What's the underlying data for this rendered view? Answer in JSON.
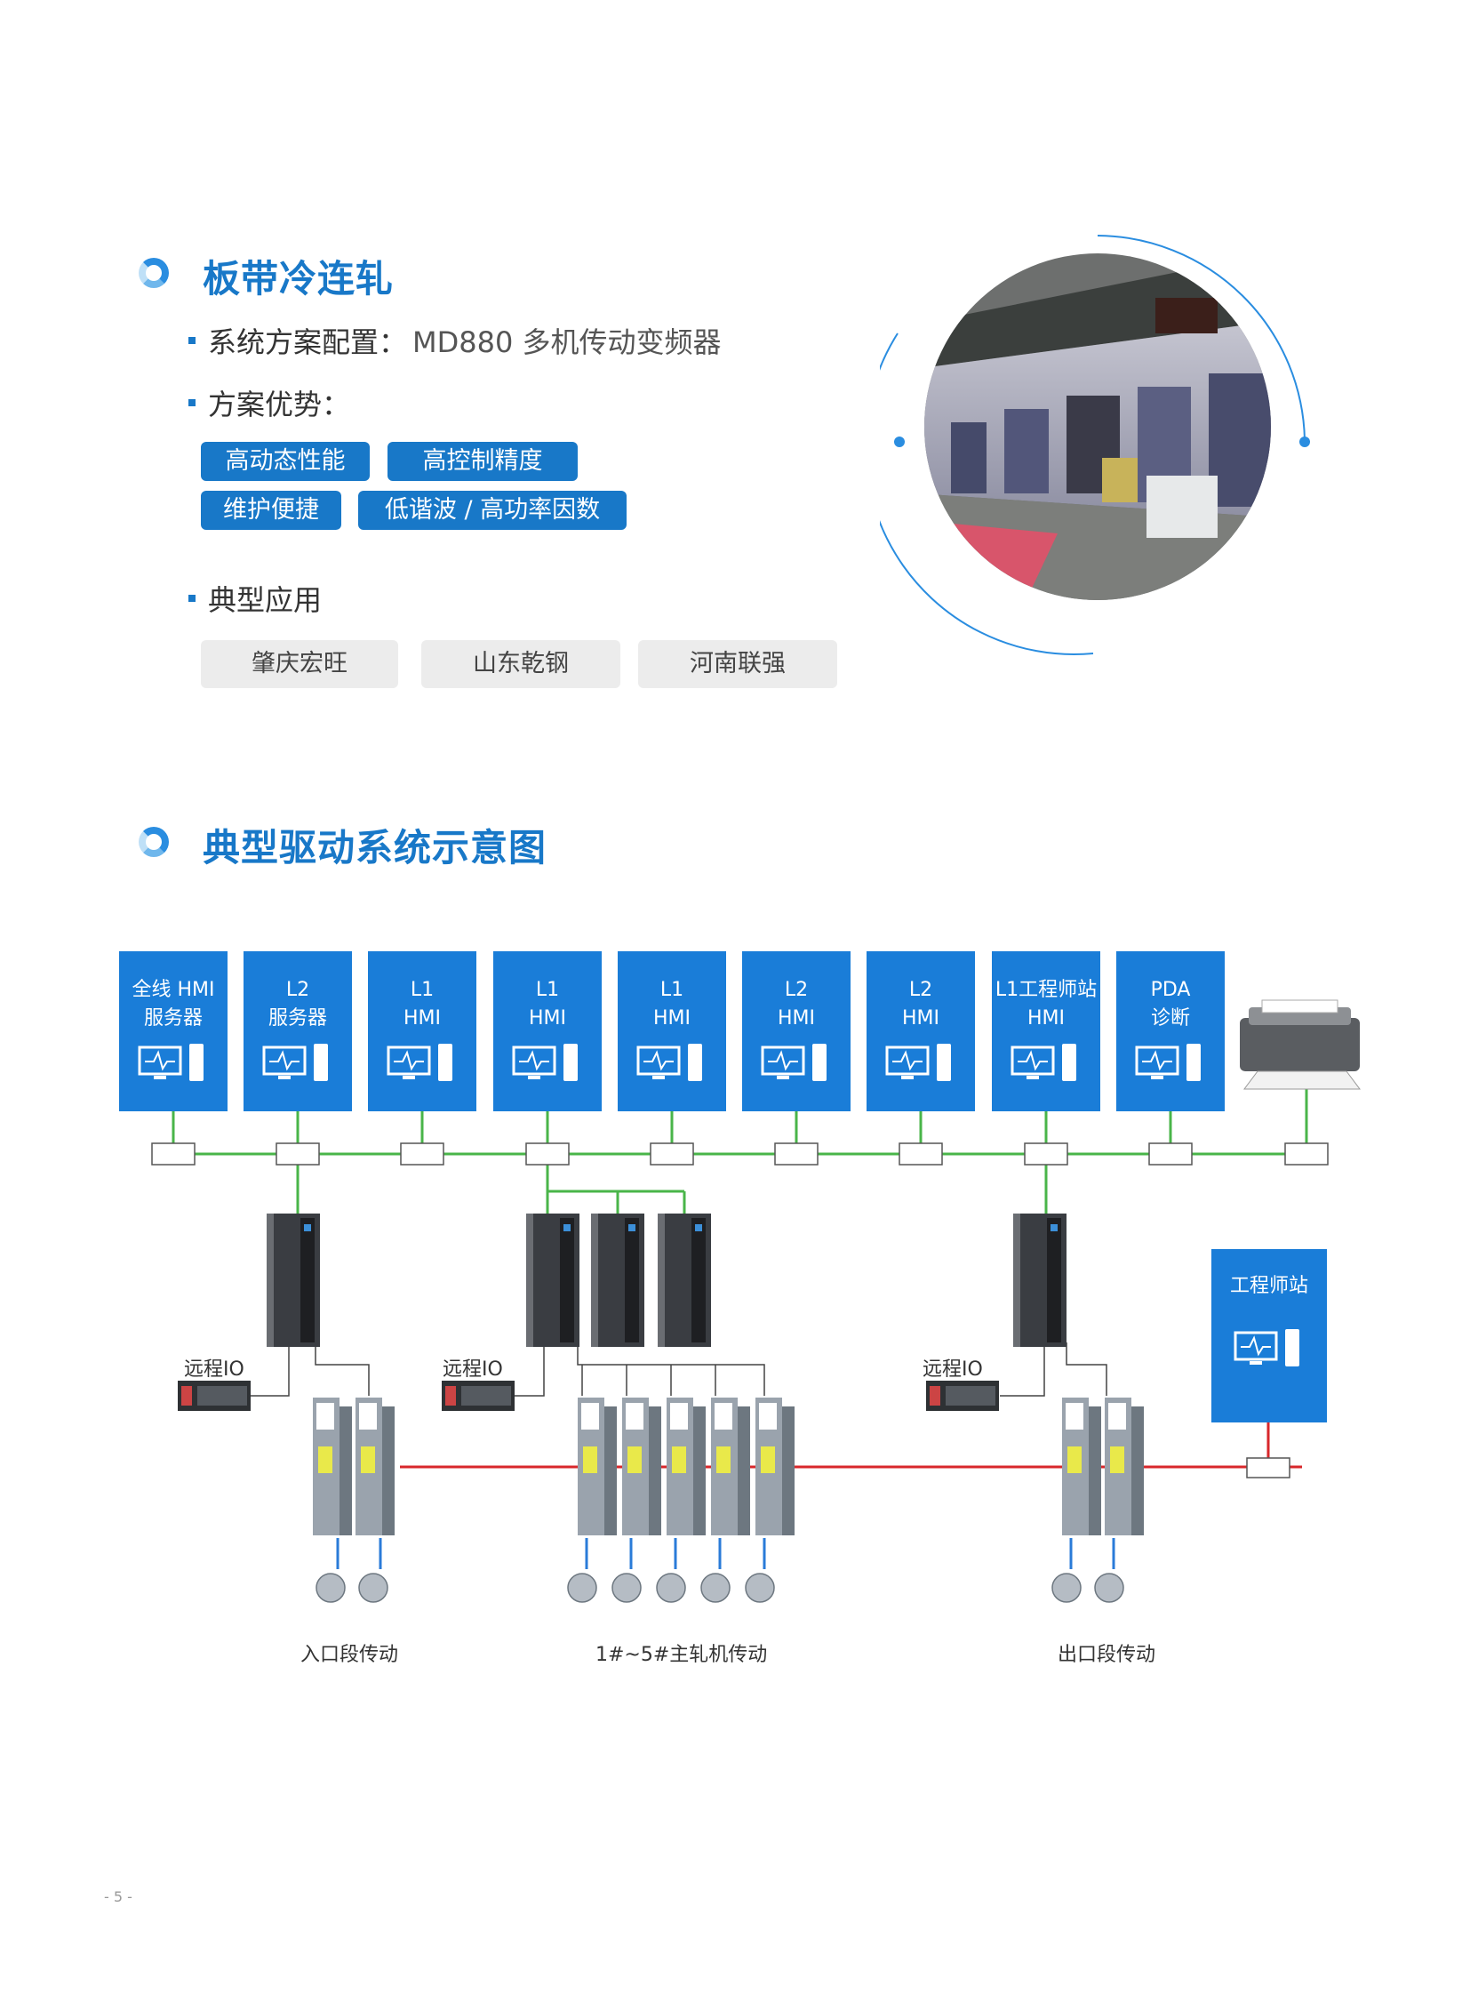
{
  "section1": {
    "title": "板带冷连轧",
    "config_label": "系统方案配置：",
    "config_value": "MD880 多机传动变频器",
    "advantages_label": "方案优势：",
    "advantages": [
      "高动态性能",
      "高控制精度",
      "维护便捷",
      "低谐波 / 高功率因数"
    ],
    "applications_label": "典型应用",
    "applications": [
      "肇庆宏旺",
      "山东乾钢",
      "河南联强"
    ]
  },
  "section2": {
    "title": "典型驱动系统示意图"
  },
  "diagram": {
    "top_boxes": [
      {
        "line1": "全线 HMI",
        "line2": "服务器"
      },
      {
        "line1": "L2",
        "line2": "服务器"
      },
      {
        "line1": "L1",
        "line2": "HMI"
      },
      {
        "line1": "L1",
        "line2": "HMI"
      },
      {
        "line1": "L1",
        "line2": "HMI"
      },
      {
        "line1": "L2",
        "line2": "HMI"
      },
      {
        "line1": "L2",
        "line2": "HMI"
      },
      {
        "line1": "L1工程师站",
        "line2": "HMI"
      },
      {
        "line1": "PDA",
        "line2": "诊断"
      }
    ],
    "engineer_station": "工程师站",
    "remote_io": "远程IO",
    "captions": [
      "入口段传动",
      "1#~5#主轧机传动",
      "出口段传动"
    ],
    "colors": {
      "box_blue": "#1a7dd8",
      "network_green": "#49b549",
      "power_red": "#d8272b"
    }
  },
  "page_number": "- 5 -"
}
